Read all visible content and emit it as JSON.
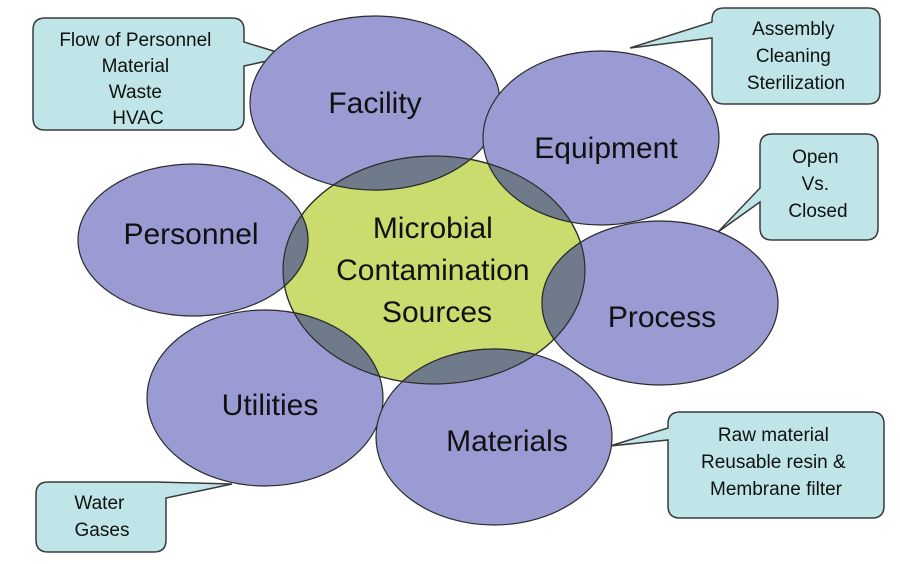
{
  "diagram": {
    "center": {
      "lines": [
        "Microbial",
        "Contamination",
        "Sources"
      ]
    },
    "nodes": {
      "facility": "Facility",
      "equipment": "Equipment",
      "personnel": "Personnel",
      "process": "Process",
      "utilities": "Utilities",
      "materials": "Materials"
    },
    "callouts": {
      "facility": [
        "Flow of Personnel",
        "Material",
        "Waste",
        "HVAC"
      ],
      "equipment": [
        "Assembly",
        "Cleaning",
        "Sterilization"
      ],
      "process": [
        "Open",
        "Vs.",
        "Closed"
      ],
      "materials": [
        "Raw material",
        "Reusable resin &",
        "Membrane filter"
      ],
      "utilities": [
        "Water",
        "Gases"
      ]
    },
    "colors": {
      "node_fill": "#9b9bd3",
      "node_stroke": "#2b2b2b",
      "center_fill": "#cbdc6e",
      "overlap_fill": "#6f7a8a",
      "callout_fill": "#bfe5e8",
      "callout_stroke": "#3a3a3a"
    }
  }
}
